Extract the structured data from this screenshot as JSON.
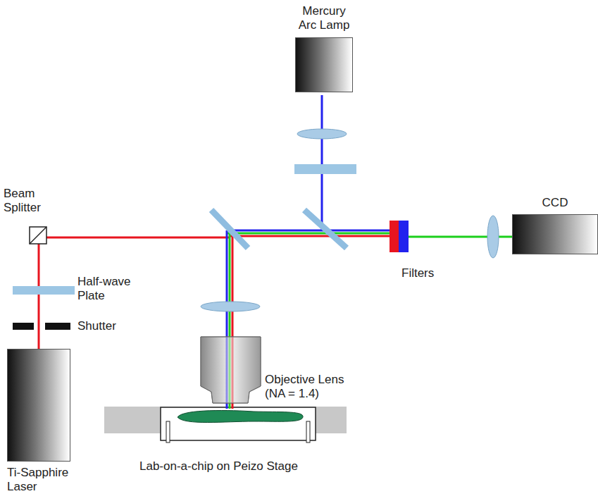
{
  "diagram": {
    "nodes": [
      {
        "text": [
          "Mercury Arc Lamp"
        ]
      },
      {
        "text": [
          "CCD"
        ]
      },
      {
        "text": [
          "Ti-Sapphire Laser"
        ]
      }
    ],
    "labels": [
      "Beam Splitter",
      "Half-wave Plate",
      "Shutter",
      "Filters",
      "Objective Lens (NA = 1.4)",
      "Lab-on-a-chip on Peizo Stage"
    ]
  }
}
